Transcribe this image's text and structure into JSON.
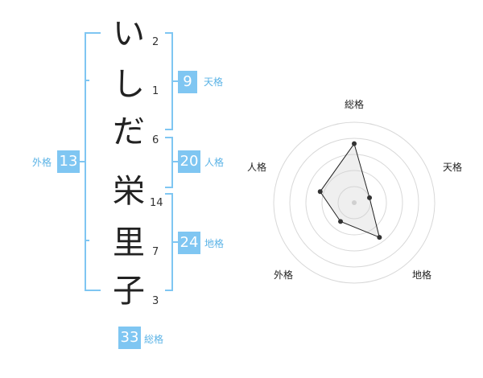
{
  "name": {
    "chars": [
      {
        "char": "い",
        "strokes": "2"
      },
      {
        "char": "し",
        "strokes": "1"
      },
      {
        "char": "だ",
        "strokes": "6"
      },
      {
        "char": "栄",
        "strokes": "14"
      },
      {
        "char": "里",
        "strokes": "7"
      },
      {
        "char": "子",
        "strokes": "3"
      }
    ]
  },
  "fortune": {
    "tenkaku": {
      "value": "9",
      "label": "天格"
    },
    "jinkaku": {
      "value": "20",
      "label": "人格"
    },
    "chikaku": {
      "value": "24",
      "label": "地格"
    },
    "gaikaku": {
      "value": "13",
      "label": "外格"
    },
    "soukaku": {
      "value": "33",
      "label": "総格"
    }
  },
  "accent_color": "#7fc6f2",
  "chart_data": {
    "type": "radar",
    "axes": [
      "総格",
      "天格",
      "地格",
      "外格",
      "人格"
    ],
    "values": [
      33,
      9,
      24,
      13,
      20
    ],
    "rings": 5,
    "max": 45
  }
}
